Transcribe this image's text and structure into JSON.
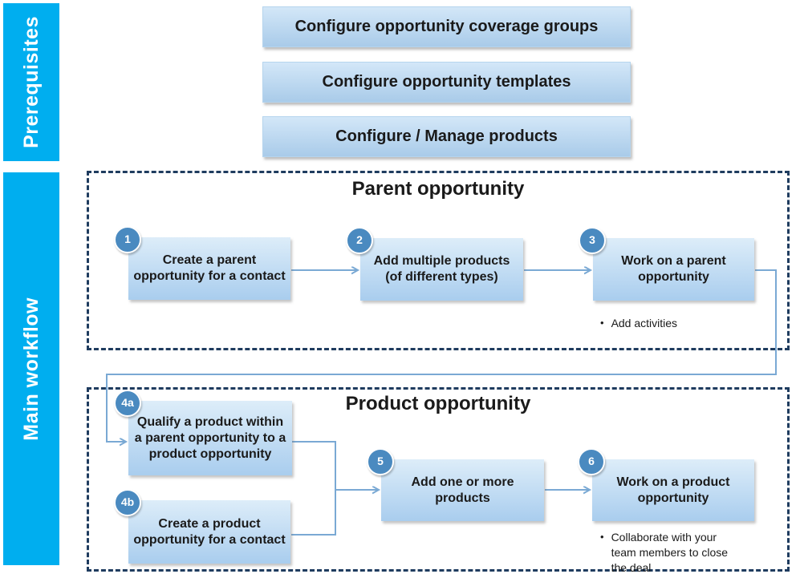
{
  "sidebar": {
    "prerequisites_label": "Prerequisites",
    "main_workflow_label": "Main workflow"
  },
  "prerequisites": {
    "items": [
      "Configure opportunity coverage groups",
      "Configure opportunity templates",
      "Configure / Manage products"
    ]
  },
  "parent_section": {
    "title": "Parent opportunity",
    "steps": [
      {
        "number": "1",
        "label": "Create a parent opportunity for a contact"
      },
      {
        "number": "2",
        "label": "Add multiple products (of different types)"
      },
      {
        "number": "3",
        "label": "Work on a parent opportunity",
        "bullets": [
          "Add activities"
        ]
      }
    ]
  },
  "product_section": {
    "title": "Product opportunity",
    "steps": [
      {
        "number": "4a",
        "label": "Qualify a product within a parent opportunity to a product opportunity"
      },
      {
        "number": "4b",
        "label": "Create a product opportunity for a contact"
      },
      {
        "number": "5",
        "label": "Add one or more products"
      },
      {
        "number": "6",
        "label": "Work on a product opportunity",
        "bullets": [
          "Collaborate with your team members to close the deal"
        ]
      }
    ]
  },
  "palette": {
    "sidebar_cyan": "#00AEEF",
    "step_badge_blue": "#4A8AC0",
    "dashed_border_navy": "#1F3C5F",
    "connector_blue": "#7AA9D4",
    "box_gradient_top": "#DDEDF9",
    "box_gradient_bottom": "#A9CDEE",
    "text_dark": "#1A1A1A"
  }
}
